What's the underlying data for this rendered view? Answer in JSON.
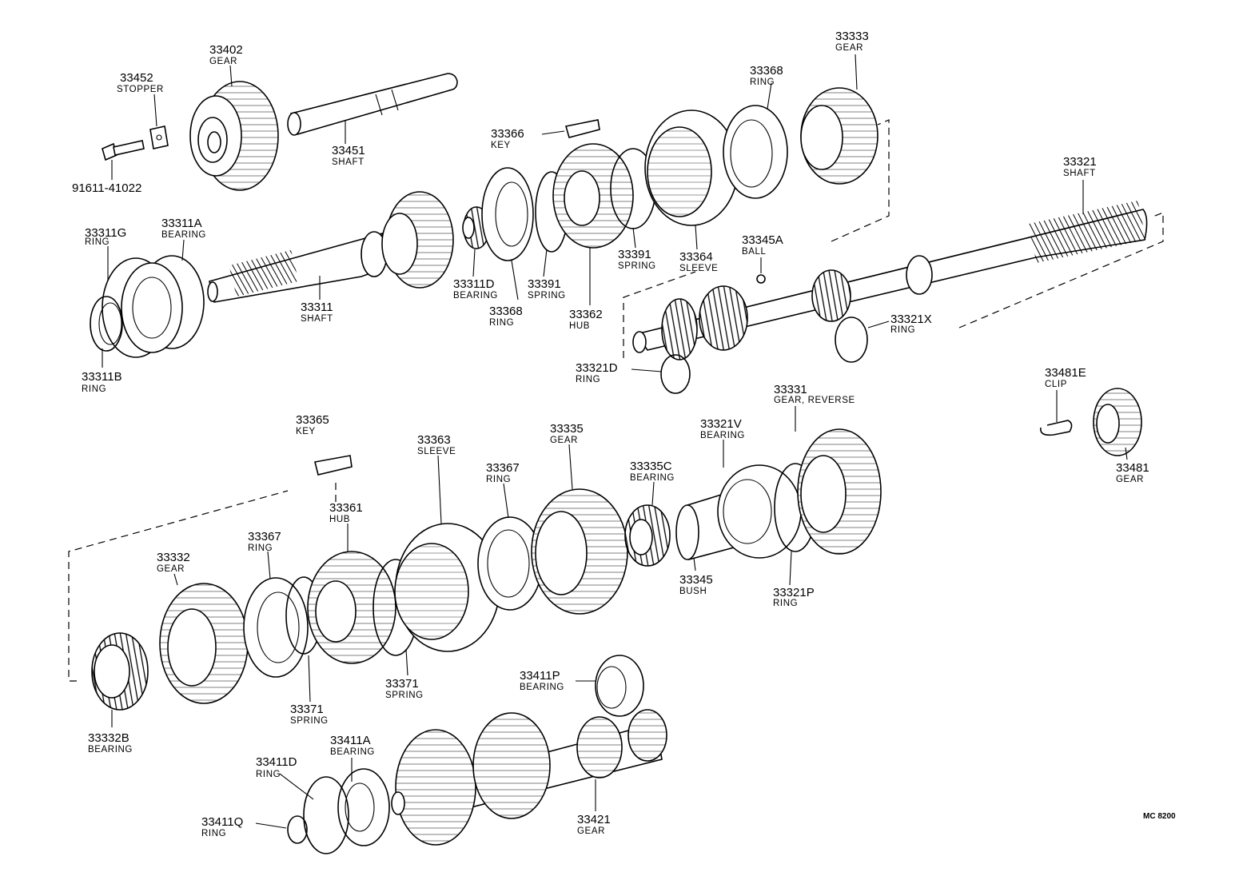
{
  "parts": {
    "p33402": {
      "number": "33402",
      "name": "GEAR"
    },
    "p33452": {
      "number": "33452",
      "name": "STOPPER"
    },
    "p91611": {
      "number": "91611-41022"
    },
    "p33451": {
      "number": "33451",
      "name": "SHAFT"
    },
    "p33366": {
      "number": "33366",
      "name": "KEY"
    },
    "p33368a": {
      "number": "33368",
      "name": "RING"
    },
    "p33333": {
      "number": "33333",
      "name": "GEAR"
    },
    "p33321": {
      "number": "33321",
      "name": "SHAFT"
    },
    "p33311g": {
      "number": "33311G",
      "name": "RING"
    },
    "p33311a": {
      "number": "33311A",
      "name": "BEARING"
    },
    "p33311": {
      "number": "33311",
      "name": "SHAFT"
    },
    "p33311d": {
      "number": "33311D",
      "name": "BEARING"
    },
    "p33368b": {
      "number": "33368",
      "name": "RING"
    },
    "p33391a": {
      "number": "33391",
      "name": "SPRING"
    },
    "p33391b": {
      "number": "33391",
      "name": "SPRING"
    },
    "p33362": {
      "number": "33362",
      "name": "HUB"
    },
    "p33364": {
      "number": "33364",
      "name": "SLEEVE"
    },
    "p33345a": {
      "number": "33345A",
      "name": "BALL"
    },
    "p33321x": {
      "number": "33321X",
      "name": "RING"
    },
    "p33321d": {
      "number": "33321D",
      "name": "RING"
    },
    "p33311b": {
      "number": "33311B",
      "name": "RING"
    },
    "p33481e": {
      "number": "33481E",
      "name": "CLIP"
    },
    "p33481": {
      "number": "33481",
      "name": "GEAR"
    },
    "p33331": {
      "number": "33331",
      "name": "GEAR, REVERSE"
    },
    "p33365": {
      "number": "33365",
      "name": "KEY"
    },
    "p33363": {
      "number": "33363",
      "name": "SLEEVE"
    },
    "p33335": {
      "number": "33335",
      "name": "GEAR"
    },
    "p33321v": {
      "number": "33321V",
      "name": "BEARING"
    },
    "p33367a": {
      "number": "33367",
      "name": "RING"
    },
    "p33335c": {
      "number": "33335C",
      "name": "BEARING"
    },
    "p33361": {
      "number": "33361",
      "name": "HUB"
    },
    "p33367b": {
      "number": "33367",
      "name": "RING"
    },
    "p33332": {
      "number": "33332",
      "name": "GEAR"
    },
    "p33345": {
      "number": "33345",
      "name": "BUSH"
    },
    "p33321p": {
      "number": "33321P",
      "name": "RING"
    },
    "p33371a": {
      "number": "33371",
      "name": "SPRING"
    },
    "p33371b": {
      "number": "33371",
      "name": "SPRING"
    },
    "p33411p": {
      "number": "33411P",
      "name": "BEARING"
    },
    "p33332b": {
      "number": "33332B",
      "name": "BEARING"
    },
    "p33411a": {
      "number": "33411A",
      "name": "BEARING"
    },
    "p33411d": {
      "number": "33411D",
      "name": "RING"
    },
    "p33411q": {
      "number": "33411Q",
      "name": "RING"
    },
    "p33421": {
      "number": "33421",
      "name": "GEAR"
    }
  },
  "drawing_code": "MC 8200"
}
